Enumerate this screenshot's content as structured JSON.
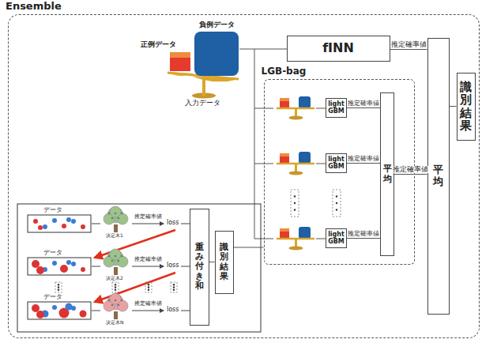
{
  "diagram": {
    "nodes": [
      {
        "text": [
          "Ensemble"
        ]
      },
      {
        "text": [
          "fINN"
        ],
        "in": 0
      },
      {
        "text": [
          "LGB-bag"
        ],
        "in": 0
      },
      {
        "text": [
          "light GBM"
        ],
        "in": 2
      },
      {
        "text": [
          "light GBM"
        ],
        "in": 2
      },
      {
        "text": [
          "light GBM"
        ],
        "in": 2
      },
      {
        "text": [
          "平均"
        ],
        "in": 2
      },
      {
        "text": [
          "平均"
        ],
        "in": 0
      },
      {
        "text": [
          "識別結果"
        ],
        "in": 0
      },
      {
        "text": [
          "重み付き和"
        ],
        "in": 0
      },
      {
        "text": [
          "識別結果"
        ],
        "in": 0
      }
    ],
    "edges": [
      {
        "from": 1,
        "to": 7,
        "arrow": "none",
        "label": "推定確率値"
      },
      {
        "from": 3,
        "to": 6,
        "arrow": "none",
        "label": "推定確率値"
      },
      {
        "from": 4,
        "to": 6,
        "arrow": "none",
        "label": "推定確率値"
      },
      {
        "from": 5,
        "to": 6,
        "arrow": "none",
        "label": "推定確率値"
      },
      {
        "from": 6,
        "to": 7,
        "arrow": "none",
        "label": "推定確率値"
      },
      {
        "from": 7,
        "to": 8,
        "arrow": "none"
      },
      {
        "from": 9,
        "to": 10,
        "arrow": "none"
      },
      {
        "from": 10,
        "to": 2,
        "arrow": "none"
      }
    ],
    "labels": [
      "正例データ",
      "負例データ",
      "入力データ",
      "データ",
      "決定木1",
      "推定確率値",
      "loss",
      "データ",
      "決定木2",
      "推定確率値",
      "loss",
      "データ",
      "決定木N",
      "推定確率値",
      "loss"
    ]
  }
}
